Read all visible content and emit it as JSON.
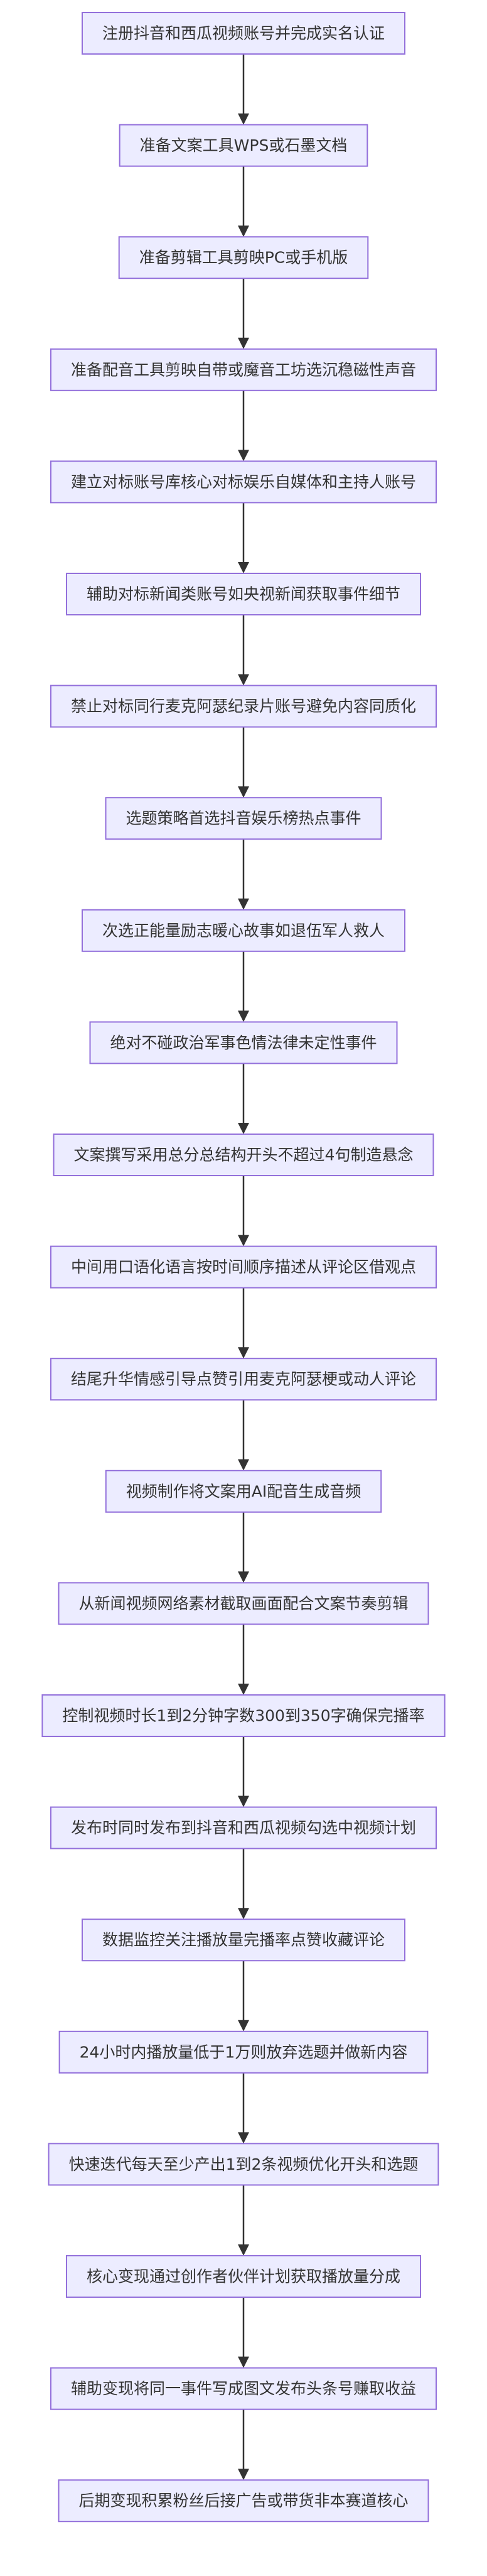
{
  "diagram": {
    "type": "flowchart",
    "direction": "top-to-bottom",
    "colors": {
      "node_fill": "#ECECFF",
      "node_stroke": "#9370DB",
      "edge": "#333333",
      "text": "#333333"
    },
    "nodes": [
      {
        "id": "n1",
        "label": "注册抖音和西瓜视频账号并完成实名认证"
      },
      {
        "id": "n2",
        "label": "准备文案工具WPS或石墨文档"
      },
      {
        "id": "n3",
        "label": "准备剪辑工具剪映PC或手机版"
      },
      {
        "id": "n4",
        "label": "准备配音工具剪映自带或魔音工坊选沉稳磁性声音"
      },
      {
        "id": "n5",
        "label": "建立对标账号库核心对标娱乐自媒体和主持人账号"
      },
      {
        "id": "n6",
        "label": "辅助对标新闻类账号如央视新闻获取事件细节"
      },
      {
        "id": "n7",
        "label": "禁止对标同行麦克阿瑟纪录片账号避免内容同质化"
      },
      {
        "id": "n8",
        "label": "选题策略首选抖音娱乐榜热点事件"
      },
      {
        "id": "n9",
        "label": "次选正能量励志暖心故事如退伍军人救人"
      },
      {
        "id": "n10",
        "label": "绝对不碰政治军事色情法律未定性事件"
      },
      {
        "id": "n11",
        "label": "文案撰写采用总分总结构开头不超过4句制造悬念"
      },
      {
        "id": "n12",
        "label": "中间用口语化语言按时间顺序描述从评论区借观点"
      },
      {
        "id": "n13",
        "label": "结尾升华情感引导点赞引用麦克阿瑟梗或动人评论"
      },
      {
        "id": "n14",
        "label": "视频制作将文案用AI配音生成音频"
      },
      {
        "id": "n15",
        "label": "从新闻视频网络素材截取画面配合文案节奏剪辑"
      },
      {
        "id": "n16",
        "label": "控制视频时长1到2分钟字数300到350字确保完播率"
      },
      {
        "id": "n17",
        "label": "发布时同时发布到抖音和西瓜视频勾选中视频计划"
      },
      {
        "id": "n18",
        "label": "数据监控关注播放量完播率点赞收藏评论"
      },
      {
        "id": "n19",
        "label": "24小时内播放量低于1万则放弃选题并做新内容"
      },
      {
        "id": "n20",
        "label": "快速迭代每天至少产出1到2条视频优化开头和选题"
      },
      {
        "id": "n21",
        "label": "核心变现通过创作者伙伴计划获取播放量分成"
      },
      {
        "id": "n22",
        "label": "辅助变现将同一事件写成图文发布头条号赚取收益"
      },
      {
        "id": "n23",
        "label": "后期变现积累粉丝后接广告或带货非本赛道核心"
      }
    ],
    "edges": [
      {
        "from": "n1",
        "to": "n2"
      },
      {
        "from": "n2",
        "to": "n3"
      },
      {
        "from": "n3",
        "to": "n4"
      },
      {
        "from": "n4",
        "to": "n5"
      },
      {
        "from": "n5",
        "to": "n6"
      },
      {
        "from": "n6",
        "to": "n7"
      },
      {
        "from": "n7",
        "to": "n8"
      },
      {
        "from": "n8",
        "to": "n9"
      },
      {
        "from": "n9",
        "to": "n10"
      },
      {
        "from": "n10",
        "to": "n11"
      },
      {
        "from": "n11",
        "to": "n12"
      },
      {
        "from": "n12",
        "to": "n13"
      },
      {
        "from": "n13",
        "to": "n14"
      },
      {
        "from": "n14",
        "to": "n15"
      },
      {
        "from": "n15",
        "to": "n16"
      },
      {
        "from": "n16",
        "to": "n17"
      },
      {
        "from": "n17",
        "to": "n18"
      },
      {
        "from": "n18",
        "to": "n19"
      },
      {
        "from": "n19",
        "to": "n20"
      },
      {
        "from": "n20",
        "to": "n21"
      },
      {
        "from": "n21",
        "to": "n22"
      },
      {
        "from": "n22",
        "to": "n23"
      }
    ]
  }
}
